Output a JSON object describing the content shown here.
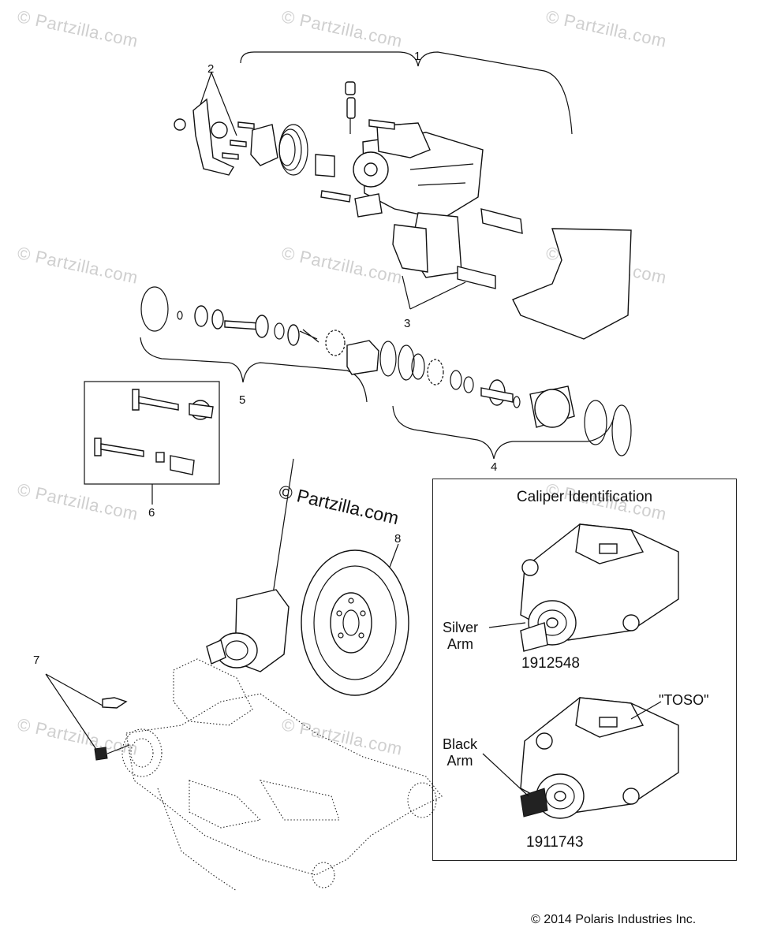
{
  "watermark": "© Partzilla.com",
  "center_watermark": "© Partzilla.com",
  "callouts": {
    "c1": "1",
    "c2": "2",
    "c3": "3",
    "c4": "4",
    "c5": "5",
    "c6": "6",
    "c7": "7",
    "c8": "8"
  },
  "caliper_identification": {
    "title": "Caliper Identification",
    "silver_label": "Silver\nArm",
    "silver_part": "1912548",
    "black_label": "Black\nArm",
    "black_part": "1911743",
    "toso_label": "\"TOSO\""
  },
  "copyright": "© 2014 Polaris Industries Inc.",
  "colors": {
    "line": "#111111",
    "watermark": "#cfcfcf",
    "background": "#ffffff"
  }
}
